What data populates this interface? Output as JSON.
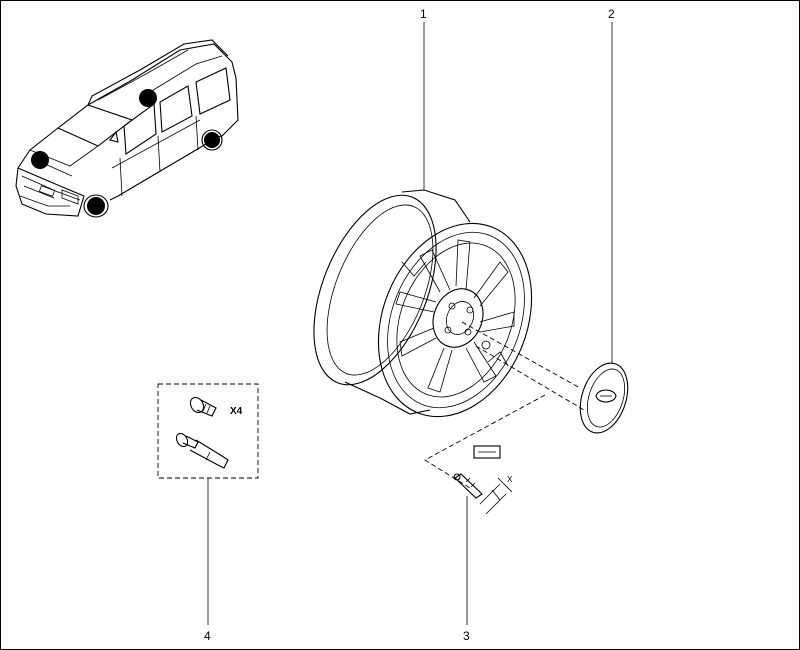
{
  "callouts": {
    "wheel_rim": "1",
    "center_cap": "2",
    "valve": "3",
    "bolt_kit": "4"
  },
  "bolt_kit": {
    "quantity": "X4"
  },
  "valve_detail": {
    "dimension_mark": "X"
  },
  "colors": {
    "ink": "#000000",
    "paper": "#ffffff",
    "marker": "#000000"
  }
}
